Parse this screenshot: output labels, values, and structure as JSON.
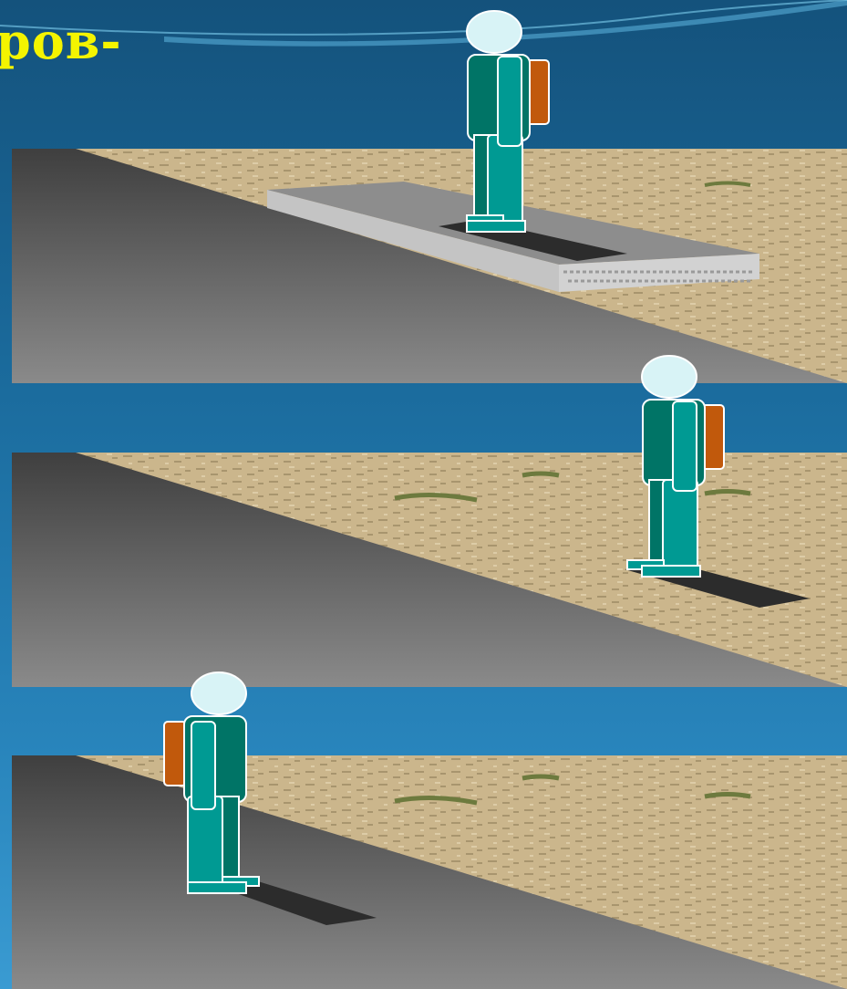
{
  "slide": {
    "title_fragment": "ров-"
  },
  "colors": {
    "title": "#f4f400",
    "background_top": "#14527c",
    "background_bottom": "#3a9bd2",
    "road": "#6e6e6e",
    "curb": "#c4c4c4",
    "sand": "#c9b489",
    "figure_body": "#009a93",
    "figure_dark": "#007466",
    "figure_head": "#d8f3f6",
    "backpack": "#c1590c"
  },
  "scenes": [
    {
      "name": "pedestrian-on-curb",
      "figure": "pedestrian-facing-road"
    },
    {
      "name": "pedestrian-on-roadside-right",
      "figure": "pedestrian-facing-road"
    },
    {
      "name": "pedestrian-on-roadside-left",
      "figure": "pedestrian-facing-away"
    }
  ]
}
